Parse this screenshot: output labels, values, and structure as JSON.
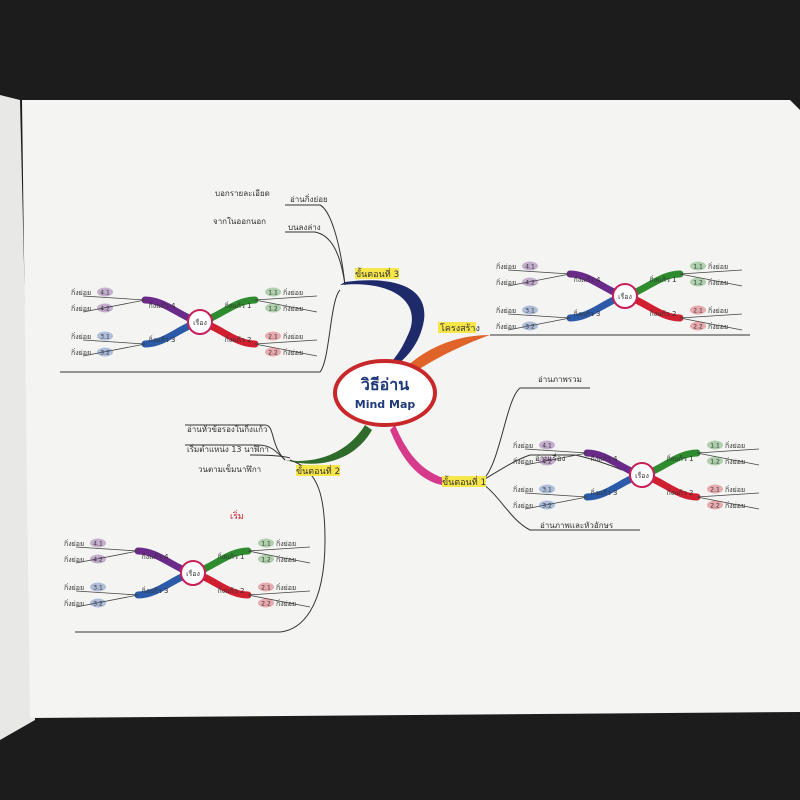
{
  "center": {
    "title": "วิธีอ่าน",
    "subtitle": "Mind Map"
  },
  "colors": {
    "branch3": "#1f2a6b",
    "branch_structure": "#e0642a",
    "branch2": "#2f6b2a",
    "branch1": "#d63a8a",
    "green": "#2e8b2e",
    "purple": "#6a2a8a",
    "blue": "#2a5aa8",
    "red": "#d02030",
    "highlight": "#f7e64a",
    "circle": "#c8205a"
  },
  "branches": {
    "step3": {
      "label": "ขั้นตอนที่ 3",
      "notes": [
        "บอกรายละเอียด",
        "อ่านกิ่งย่อย",
        "จากในออกนอก",
        "บนลงล่าง"
      ]
    },
    "structure": {
      "label": "โครงสร้าง"
    },
    "step2": {
      "label": "ขั้นตอนที่ 2",
      "notes": [
        "อ่านหัวข้อรองในกิ่งแก้ว",
        "เริ่มตำแหน่ง 13 นาฬิกา",
        "วนตามเข็มนาฬิกา"
      ],
      "start_label": "เริ่ม"
    },
    "step1": {
      "label": "ขั้นตอนที่ 1",
      "notes": [
        "อ่านภาพรวม",
        "อ่านเรื่อง",
        "อ่านภาพและหัวอักษร"
      ]
    }
  },
  "mini_map": {
    "center": "เรื่อง",
    "main1": "กิ่งแก้ว 1",
    "main2": "กิ่งแก้ว 2",
    "main3": "กิ่งแก้ว 3",
    "main4": "กิ่งแก้ว 4",
    "sub": "กิ่งย่อย",
    "nums": [
      "1.1",
      "1.2",
      "2.1",
      "2.2",
      "3.1",
      "3.2",
      "4.1",
      "4.2"
    ]
  }
}
